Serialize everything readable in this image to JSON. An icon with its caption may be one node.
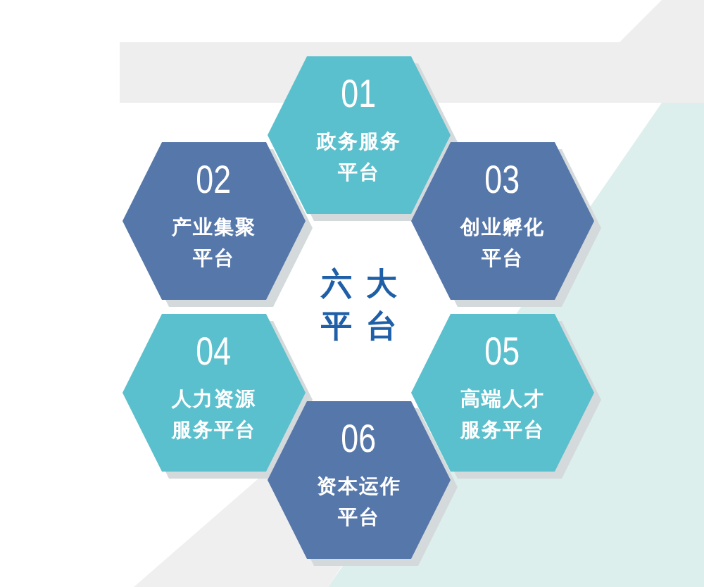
{
  "diagram": {
    "title": "六大平台",
    "nodes": [
      {
        "text": [
          "01",
          "政务服务平台"
        ]
      },
      {
        "text": [
          "02",
          "产业集聚平台"
        ]
      },
      {
        "text": [
          "03",
          "创业孵化平台"
        ]
      },
      {
        "text": [
          "04",
          "人力资源服务平台"
        ]
      },
      {
        "text": [
          "05",
          "高端人才服务平台"
        ]
      },
      {
        "text": [
          "06",
          "资本运作平台"
        ]
      }
    ]
  }
}
